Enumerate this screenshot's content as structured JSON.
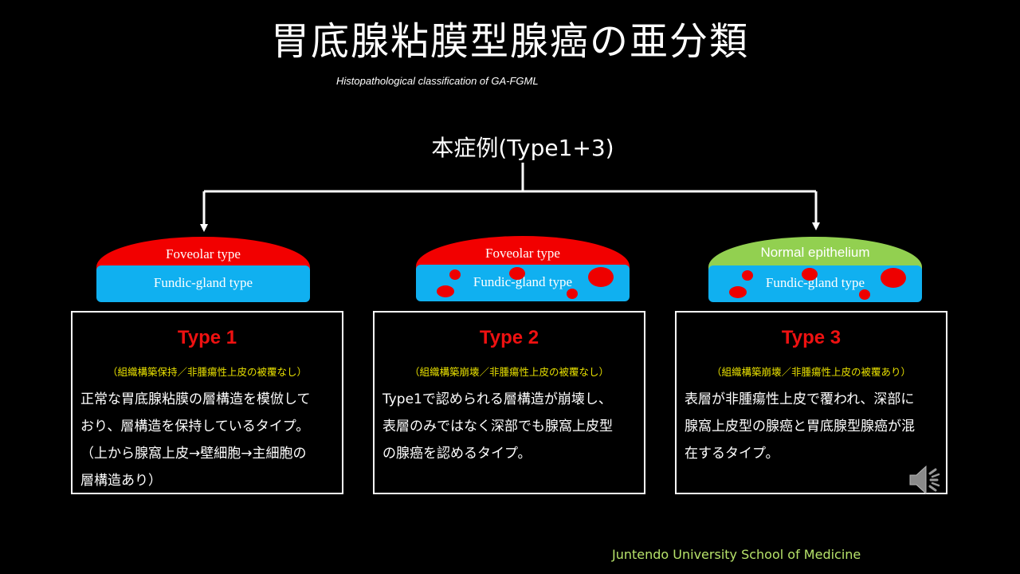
{
  "title": "胃底腺粘膜型腺癌の亜分類",
  "subtitle": "Histopathological classification of GA-FGML",
  "case_label": "本症例(Type1+3)",
  "colors": {
    "foveolar": "#f20000",
    "fundic_gland": "#10b0f0",
    "normal_epithelium": "#92d050",
    "lesion_dot": "#ee0000",
    "type_title": "#ee1111",
    "note": "#e8e000",
    "footer": "#b7e36a"
  },
  "diagrams": [
    {
      "top_label": "Foveolar type",
      "bottom_label": "Fundic-gland type"
    },
    {
      "top_label": "Foveolar type",
      "bottom_label": "Fundic-gland type"
    },
    {
      "top_label": "Normal epithelium",
      "bottom_label": "Fundic-gland type"
    }
  ],
  "types": [
    {
      "title": "Type 1",
      "note": "（組織構築保持／非腫瘍性上皮の被覆なし）",
      "lines": [
        "正常な胃底腺粘膜の層構造を模倣して",
        "おり、層構造を保持しているタイプ。",
        "（上から腺窩上皮→壁細胞→主細胞の",
        "層構造あり）"
      ]
    },
    {
      "title": "Type 2",
      "note": "（組織構築崩壊／非腫瘍性上皮の被覆なし）",
      "lines": [
        "Type1で認められる層構造が崩壊し、",
        "表層のみではなく深部でも腺窩上皮型",
        "の腺癌を認めるタイプ。"
      ]
    },
    {
      "title": "Type 3",
      "note": "（組織構築崩壊／非腫瘍性上皮の被覆あり）",
      "lines": [
        "表層が非腫瘍性上皮で覆われ、深部に",
        "腺窩上皮型の腺癌と胃底腺型腺癌が混",
        "在するタイプ。"
      ]
    }
  ],
  "footer": "Juntendo University School of Medicine",
  "speaker_icon": "speaker-icon"
}
